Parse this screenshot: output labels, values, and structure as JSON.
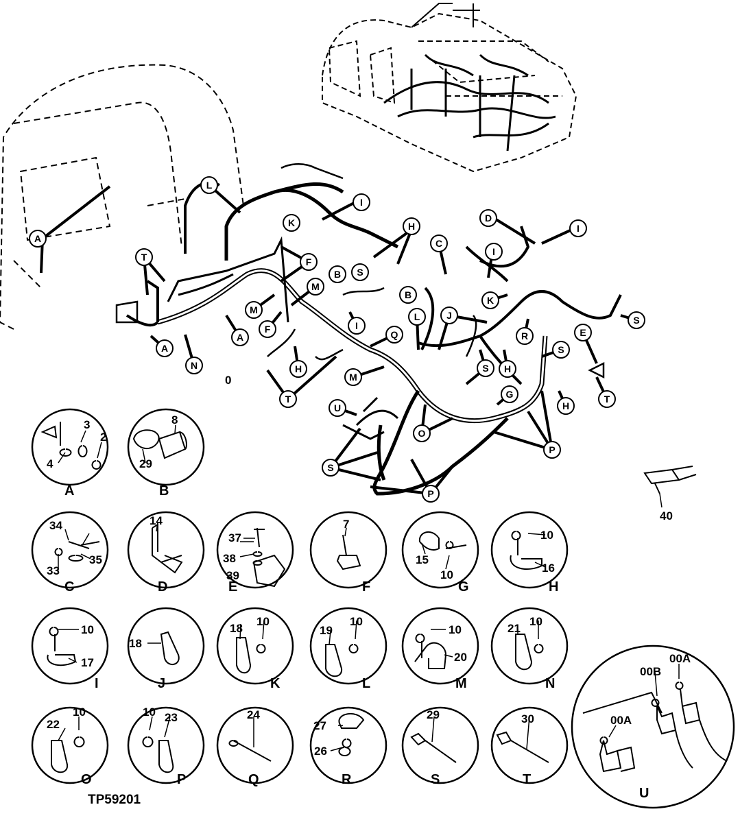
{
  "drawing_id": "TP59201",
  "main_callouts": [
    "L",
    "I",
    "K",
    "H",
    "D",
    "I",
    "A",
    "T",
    "F",
    "B",
    "S",
    "B",
    "C",
    "M",
    "M",
    "I",
    "F",
    "A",
    "N",
    "H",
    "T",
    "Q",
    "M",
    "K",
    "J",
    "L",
    "R",
    "E",
    "S",
    "S",
    "T",
    "H",
    "G",
    "H",
    "O",
    "P",
    "U",
    "S",
    "P"
  ],
  "main_numbers": {
    "harness": "0",
    "connector": "40"
  },
  "details": [
    {
      "letter": "A",
      "parts": [
        "3",
        "2",
        "4"
      ]
    },
    {
      "letter": "B",
      "parts": [
        "8",
        "29"
      ]
    },
    {
      "letter": "C",
      "parts": [
        "34",
        "35",
        "33"
      ]
    },
    {
      "letter": "D",
      "parts": [
        "14"
      ]
    },
    {
      "letter": "E",
      "parts": [
        "37",
        "38",
        "39"
      ]
    },
    {
      "letter": "F",
      "parts": [
        "7"
      ]
    },
    {
      "letter": "G",
      "parts": [
        "15",
        "10"
      ]
    },
    {
      "letter": "H",
      "parts": [
        "10",
        "16"
      ]
    },
    {
      "letter": "I",
      "parts": [
        "10",
        "17"
      ]
    },
    {
      "letter": "J",
      "parts": [
        "18"
      ]
    },
    {
      "letter": "K",
      "parts": [
        "18",
        "10"
      ]
    },
    {
      "letter": "L",
      "parts": [
        "19",
        "10"
      ]
    },
    {
      "letter": "M",
      "parts": [
        "10",
        "20"
      ]
    },
    {
      "letter": "N",
      "parts": [
        "21",
        "10"
      ]
    },
    {
      "letter": "O",
      "parts": [
        "22",
        "10"
      ]
    },
    {
      "letter": "P",
      "parts": [
        "10",
        "23"
      ]
    },
    {
      "letter": "Q",
      "parts": [
        "24"
      ]
    },
    {
      "letter": "R",
      "parts": [
        "27",
        "26"
      ]
    },
    {
      "letter": "S",
      "parts": [
        "29"
      ]
    },
    {
      "letter": "T",
      "parts": [
        "30"
      ]
    },
    {
      "letter": "U",
      "parts": [
        "00B",
        "00A",
        "00A"
      ]
    }
  ]
}
